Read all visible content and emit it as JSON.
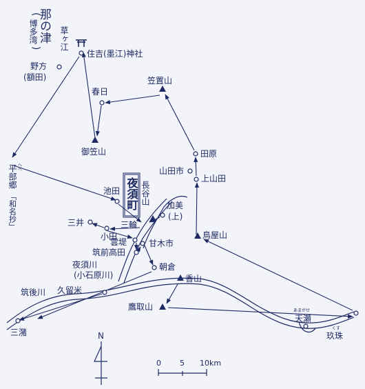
{
  "title": {
    "main": "那の津",
    "sub": "博多湾"
  },
  "colors": {
    "ink": "#1d2a63",
    "paper": "#f3f4fa"
  },
  "places": {
    "kusagae": "草ヶ江",
    "sumiyoshi": "住吉(墨江)神社",
    "nokata": "野方",
    "nukata": "(額田)",
    "kasuga": "春日",
    "mikasayama": "御笠山",
    "kasagiyama": "笠置山",
    "tabaru": "田原",
    "yamadashi": "山田市",
    "kamiyamada": "上山田",
    "hebe_ruby": "へべ",
    "hebego": "平部郷",
    "wamyosho": "「和名抄」",
    "ikeda": "池田",
    "yasumachi": "夜須町",
    "haseyama": "長谷山",
    "kami_label": "加美",
    "kami_paren": "(上)",
    "torisayama": "鳥屋山",
    "mii": "三井",
    "miwa": "三輪",
    "oda": "小田",
    "unte": "雲堤",
    "amagishi": "甘木市",
    "chikuzentakata": "筑前高田",
    "yasugawa": "夜須川",
    "koishiharagawa": "(小石原川)",
    "asakura": "朝倉",
    "kagoyama": "香山",
    "chikugogawa": "筑後川",
    "kurume": "久留米",
    "mizuma": "三潴",
    "takatoriyama": "鷹取山",
    "amase": "天瀬",
    "amase_ruby": "あまがせ",
    "kusu": "玖珠",
    "kusu_ruby": "くす"
  },
  "north": "N",
  "scale": {
    "t0": "0",
    "t5": "5",
    "t10": "10km"
  }
}
